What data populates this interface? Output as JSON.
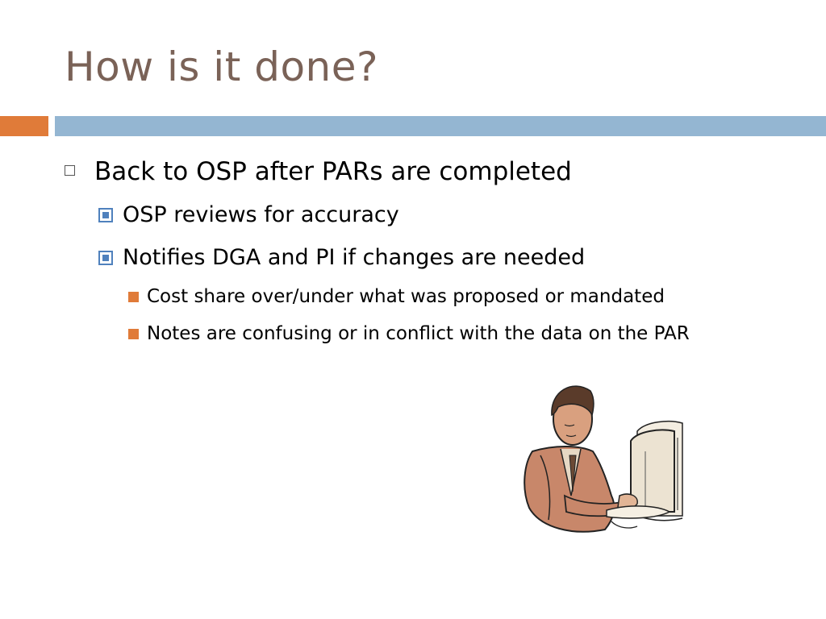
{
  "slide": {
    "title": "How is it done?",
    "bullets": [
      {
        "text": "Back to OSP after PARs are completed",
        "children": [
          {
            "text": "OSP reviews for accuracy"
          },
          {
            "text": "Notifies DGA and PI if changes are needed",
            "children": [
              {
                "text": "Cost share over/under what was proposed or mandated"
              },
              {
                "text": "Notes are confusing or in conflict with the data on the PAR"
              }
            ]
          }
        ]
      }
    ]
  },
  "colors": {
    "title": "#7a6257",
    "accent_orange": "#e07b39",
    "accent_blue": "#94b6d2",
    "bullet_blue": "#4f81bd"
  },
  "icons": {
    "level1_bullet": "hollow-square-icon",
    "level2_bullet": "boxed-square-icon",
    "level3_bullet": "filled-square-icon",
    "clipart": "man-at-computer-clipart"
  }
}
